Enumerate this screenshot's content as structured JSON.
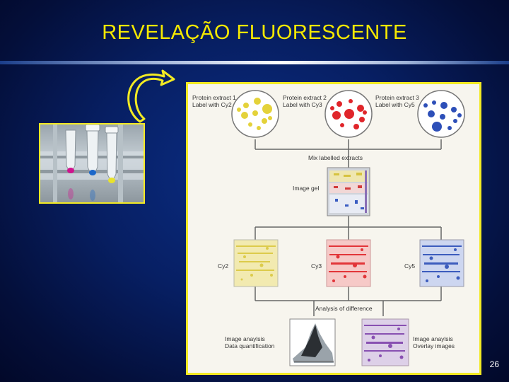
{
  "slide": {
    "title": "REVELAÇÃO FLUORESCENTE",
    "page_number": "26"
  },
  "figure": {
    "extract1_line1": "Protein extract 1",
    "extract1_line2": "Label with Cy2",
    "extract2_line1": "Protein extract 2",
    "extract2_line2": "Label with Cy3",
    "extract3_line1": "Protein extract 3",
    "extract3_line2": "Label with Cy5",
    "mix_label": "Mix labelled extracts",
    "image_gel_label": "Image gel",
    "cy2_label": "Cy2",
    "cy3_label": "Cy3",
    "cy5_label": "Cy5",
    "analysis_label": "Analysis of difference",
    "left_bottom_line1": "Image anaylsis",
    "left_bottom_line2": "Data quantification",
    "right_bottom_line1": "Image anaylsis",
    "right_bottom_line2": "Overlay images"
  },
  "colors": {
    "title": "#f5e800",
    "cy2": "#e4d23a",
    "cy3": "#e0252a",
    "cy5": "#2d4fb8",
    "overlay": "#7a3aa8"
  }
}
